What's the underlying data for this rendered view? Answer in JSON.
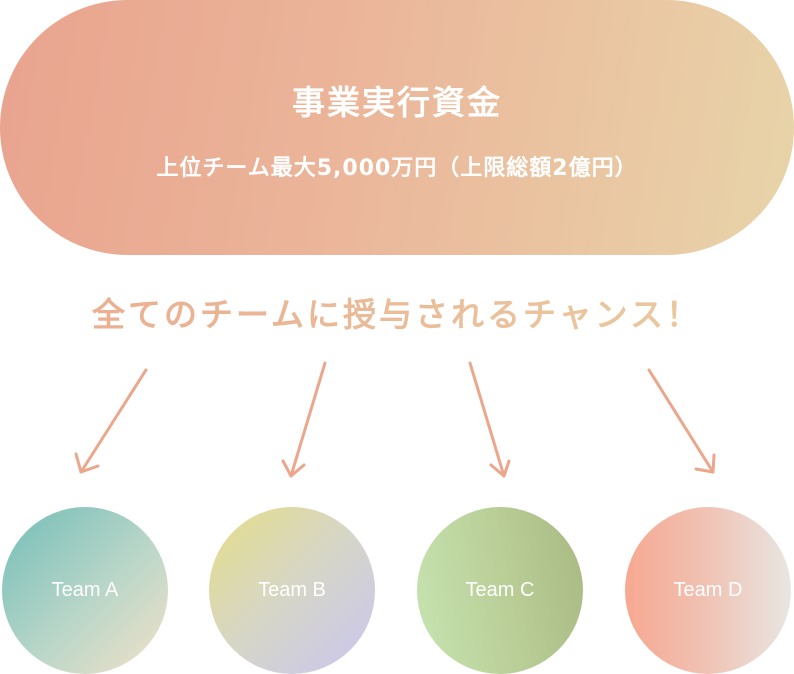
{
  "banner": {
    "title": "事業実行資金",
    "subtitle": "上位チーム最大5,000万円（上限総額2億円）"
  },
  "tagline": "全てのチームに授与されるチャンス！",
  "teams": [
    {
      "label": "Team A"
    },
    {
      "label": "Team B"
    },
    {
      "label": "Team C"
    },
    {
      "label": "Team D"
    }
  ],
  "colors": {
    "arrow": "#eba68c",
    "pill_start": "#e9a38e",
    "pill_end": "#e8d4a9"
  }
}
